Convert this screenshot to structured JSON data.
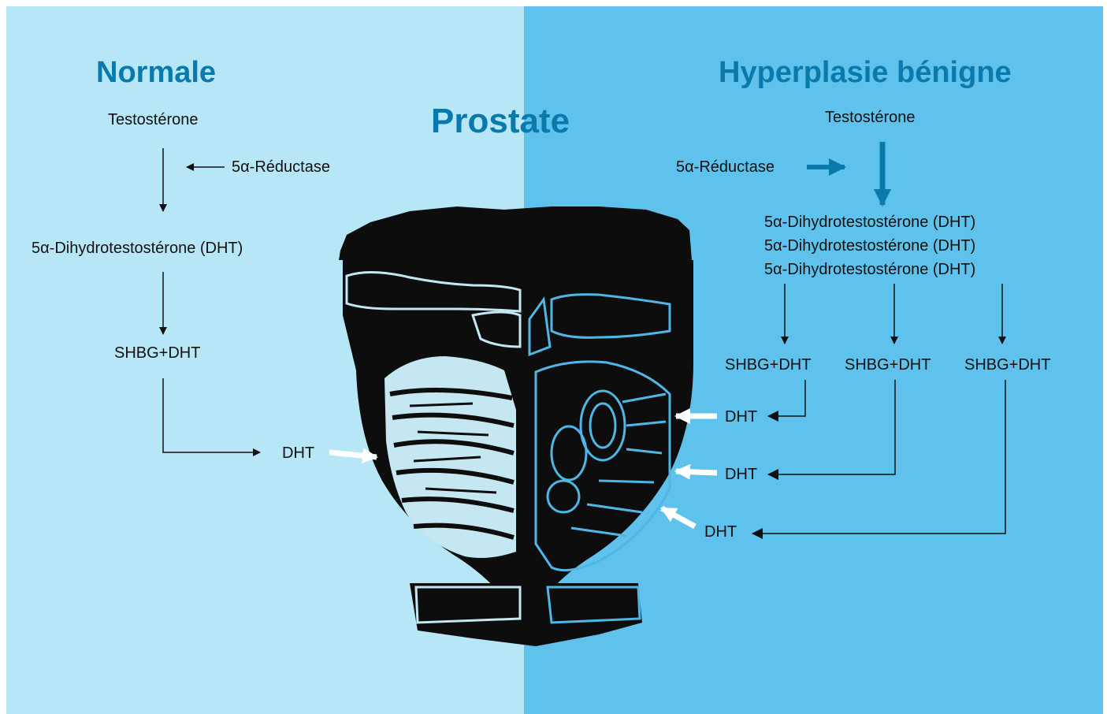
{
  "titles": {
    "left": "Normale",
    "center": "Prostate",
    "right": "Hyperplasie bénigne"
  },
  "normal": {
    "testosterone": "Testostérone",
    "enzyme": "5α-Réductase",
    "dht": "5α-Dihydrotestostérone (DHT)",
    "shbg": "SHBG+DHT",
    "dht_short": "DHT"
  },
  "bph": {
    "testosterone": "Testostérone",
    "enzyme": "5α-Réductase",
    "dht_lines": [
      "5α-Dihydrotestostérone (DHT)",
      "5α-Dihydrotestostérone (DHT)",
      "5α-Dihydrotestostérone (DHT)"
    ],
    "shbg": [
      "SHBG+DHT",
      "SHBG+DHT",
      "SHBG+DHT"
    ],
    "dht_short": [
      "DHT",
      "DHT",
      "DHT"
    ]
  },
  "colors": {
    "left_bg": "#b7e6f6",
    "right_bg": "#5fc2ec",
    "title": "#0a7aad",
    "arrow_blue": "#0a7aad",
    "outline_blue": "#4fb6e6"
  }
}
